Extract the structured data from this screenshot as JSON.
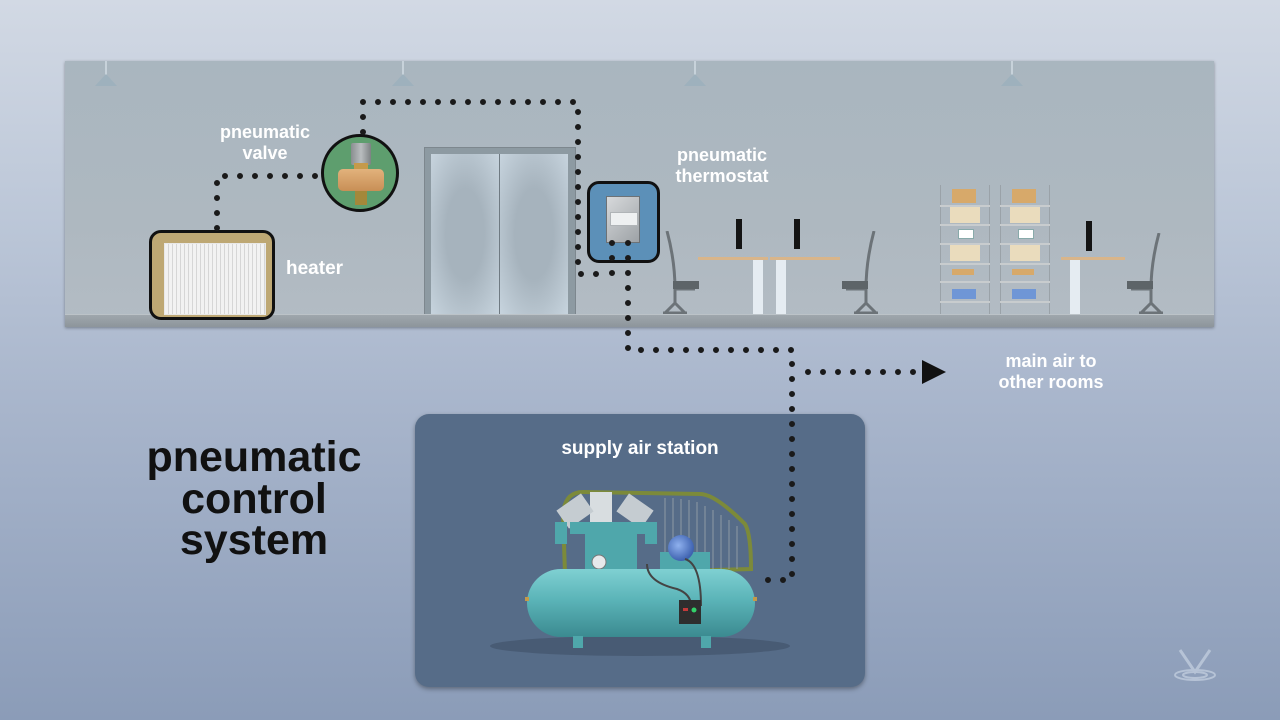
{
  "title": {
    "lines": [
      "pneumatic",
      "control",
      "system"
    ]
  },
  "labels": {
    "pneumatic_valve": [
      "pneumatic",
      "valve"
    ],
    "heater": "heater",
    "pneumatic_thermostat": [
      "pneumatic",
      "thermostat"
    ],
    "main_air": [
      "main air to",
      "other rooms"
    ],
    "supply_air_station": "supply air station"
  },
  "colors": {
    "valve_circle": "#5e9e6e",
    "thermostat_box": "#5c90b8",
    "heater_box": "#bea874",
    "station_panel": "#566c88",
    "air_line": "#1a1a1a",
    "tank": "#5bb4b8"
  },
  "icons": {
    "arrow": "right-arrowhead",
    "logo": "v-ripple-logo"
  }
}
